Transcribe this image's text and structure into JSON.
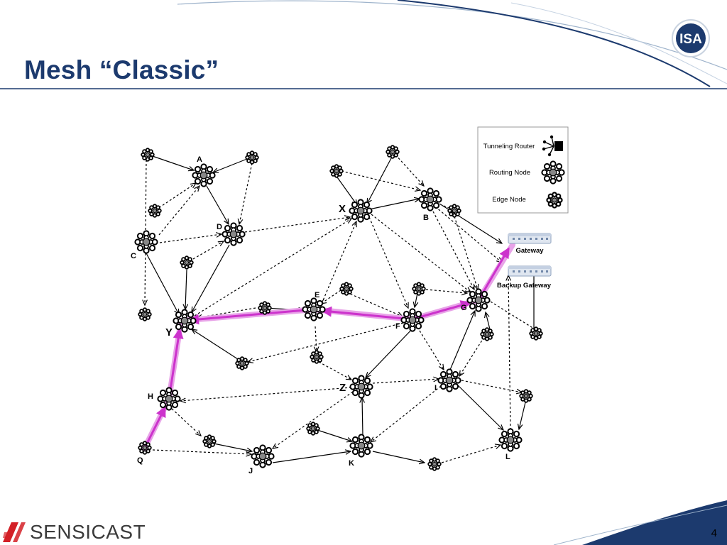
{
  "slide": {
    "title": "Mesh “Classic”",
    "page_number": "4"
  },
  "brand": {
    "company": "SENSICAST",
    "logo_text": "ISA"
  },
  "legend": {
    "tunneling_router": "Tunneling Router",
    "routing_node": "Routing Node",
    "edge_node": "Edge Node"
  },
  "gateways": {
    "primary": "Gateway",
    "backup": "Backup Gateway"
  },
  "node_labels": {
    "A": "A",
    "B": "B",
    "C": "C",
    "D": "D",
    "E": "E",
    "F": "F",
    "G": "G",
    "H": "H",
    "I": "I",
    "J": "J",
    "K": "K",
    "L": "L",
    "Q": "Q",
    "X": "X",
    "Y": "Y",
    "Z": "Z"
  },
  "colors": {
    "title": "#1c3a6e",
    "highlight_path": "#cc33cc",
    "header_curve": "#1c3a6e",
    "brand_red": "#d32027"
  },
  "icons": [
    "isa-logo-icon",
    "sensicast-logo-icon",
    "tunneling-router-icon",
    "routing-node-icon",
    "edge-node-icon",
    "gateway-device-icon"
  ]
}
